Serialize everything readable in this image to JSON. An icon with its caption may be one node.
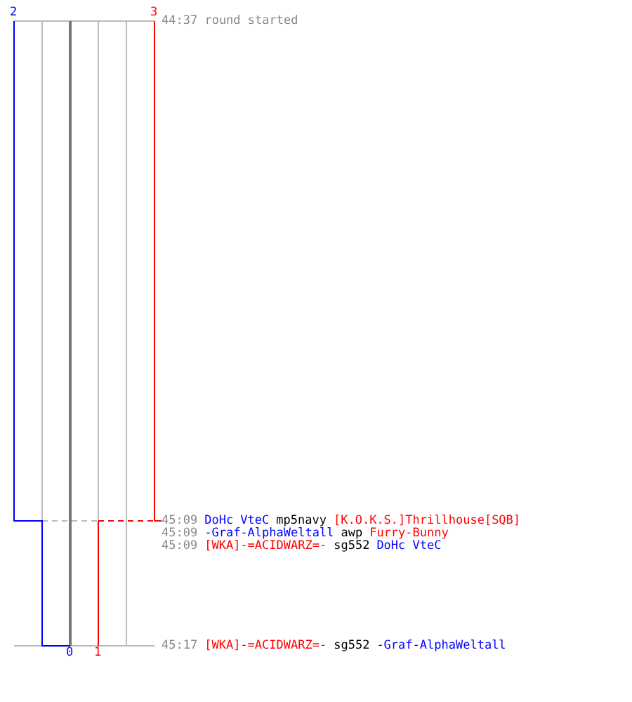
{
  "diagram": {
    "labels": [
      "2",
      "3",
      "44:37 round started",
      "45:09",
      "DoHc VteC",
      "mp5navy",
      "[K.O.K.S.]Thrillhouse[SQB]",
      "45:09",
      "-Graf-AlphaWeltall",
      "awp",
      "Furry-Bunny",
      "45:09",
      "[WKA]-=ACIDWARZ=-",
      "sg552",
      "DoHc VteC",
      "0",
      "1",
      "45:17",
      "[WKA]-=ACIDWARZ=-",
      "sg552",
      "-Graf-AlphaWeltall"
    ]
  }
}
